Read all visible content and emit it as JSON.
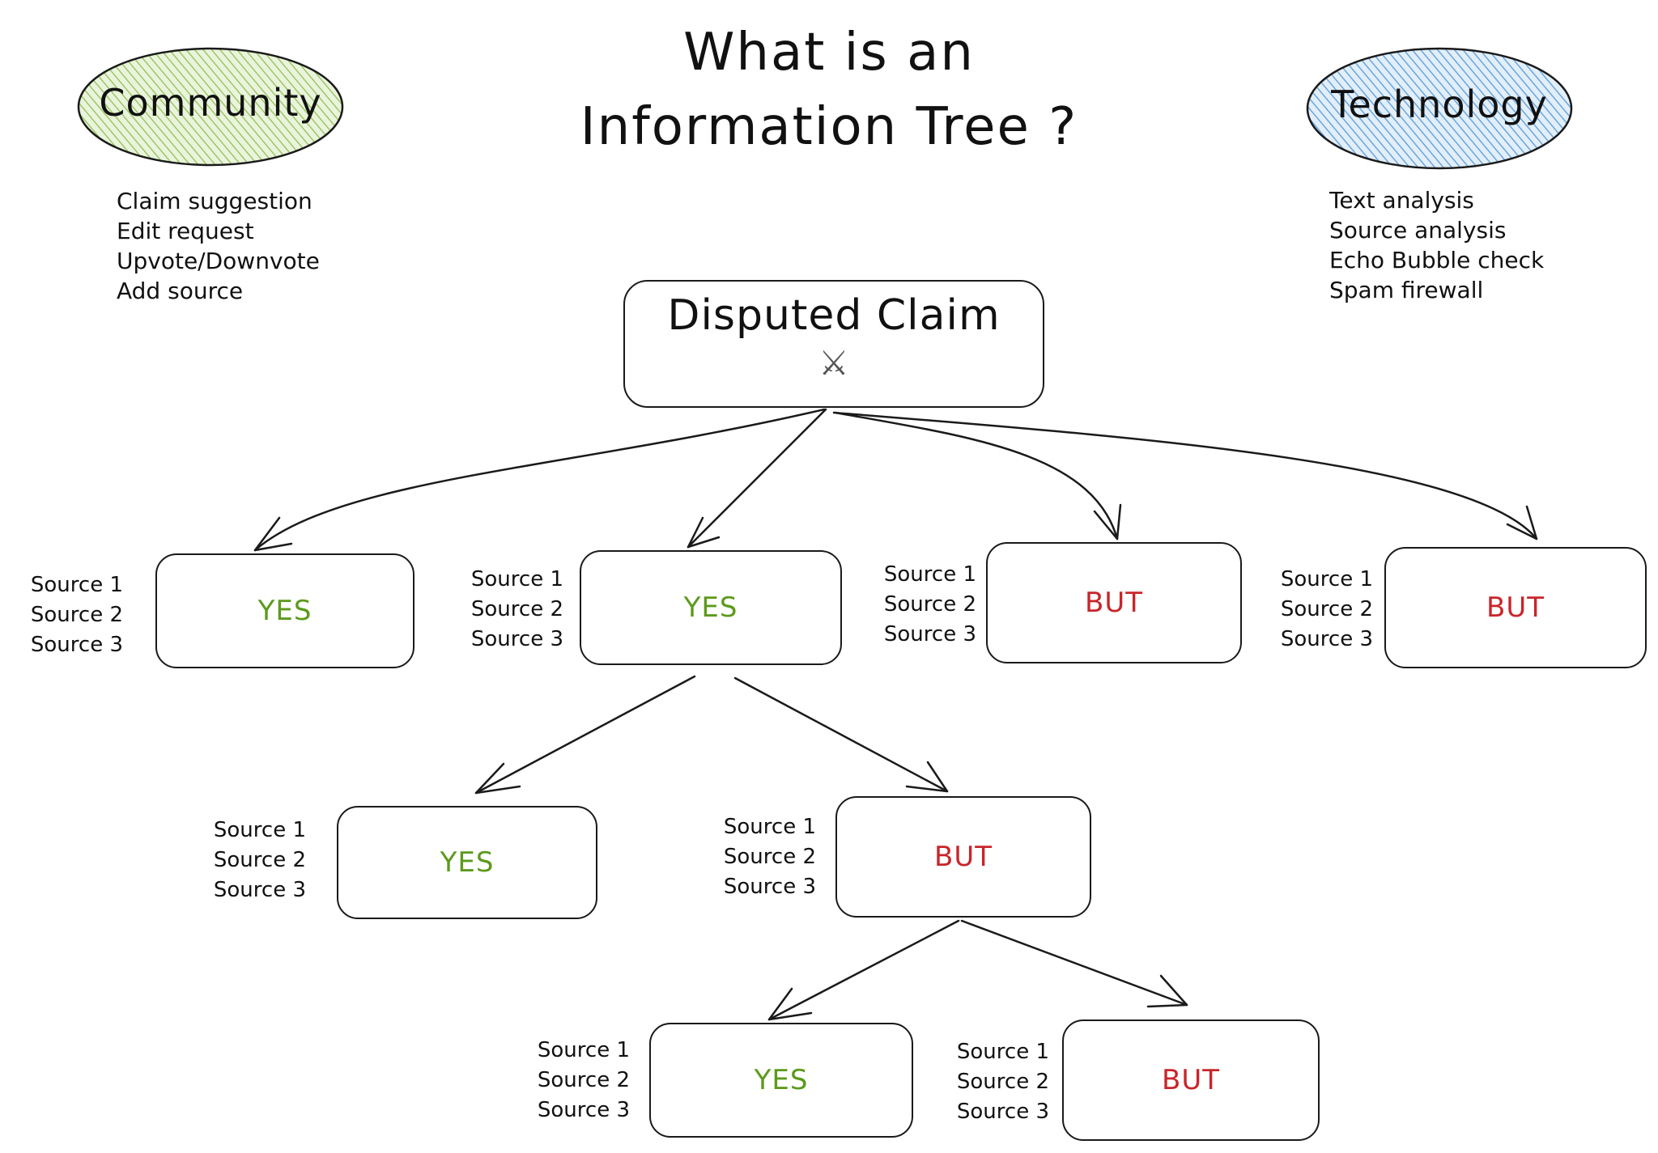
{
  "title": {
    "line1": "What is an",
    "line2": "Information Tree ?"
  },
  "community": {
    "label": "Community",
    "color": "#b9d98a",
    "items": [
      "Claim suggestion",
      "Edit request",
      "Upvote/Downvote",
      "Add source"
    ]
  },
  "technology": {
    "label": "Technology",
    "color": "#8ab8e0",
    "items": [
      "Text analysis",
      "Source analysis",
      "Echo Bubble check",
      "Spam firewall"
    ]
  },
  "root": {
    "label": "Disputed Claim",
    "icon": "⚔"
  },
  "colors": {
    "yes": "#5c9a1c",
    "but": "#c8252b"
  },
  "nodes": [
    {
      "label": "YES",
      "kind": "yes",
      "sources": [
        "Source 1",
        "Source 2",
        "Source 3"
      ]
    },
    {
      "label": "YES",
      "kind": "yes",
      "sources": [
        "Source 1",
        "Source 2",
        "Source 3"
      ]
    },
    {
      "label": "BUT",
      "kind": "but",
      "sources": [
        "Source 1",
        "Source 2",
        "Source 3"
      ]
    },
    {
      "label": "BUT",
      "kind": "but",
      "sources": [
        "Source 1",
        "Source 2",
        "Source 3"
      ]
    },
    {
      "label": "YES",
      "kind": "yes",
      "sources": [
        "Source 1",
        "Source 2",
        "Source 3"
      ]
    },
    {
      "label": "BUT",
      "kind": "but",
      "sources": [
        "Source 1",
        "Source 2",
        "Source 3"
      ]
    },
    {
      "label": "YES",
      "kind": "yes",
      "sources": [
        "Source 1",
        "Source 2",
        "Source 3"
      ]
    },
    {
      "label": "BUT",
      "kind": "but",
      "sources": [
        "Source 1",
        "Source 2",
        "Source 3"
      ]
    }
  ]
}
